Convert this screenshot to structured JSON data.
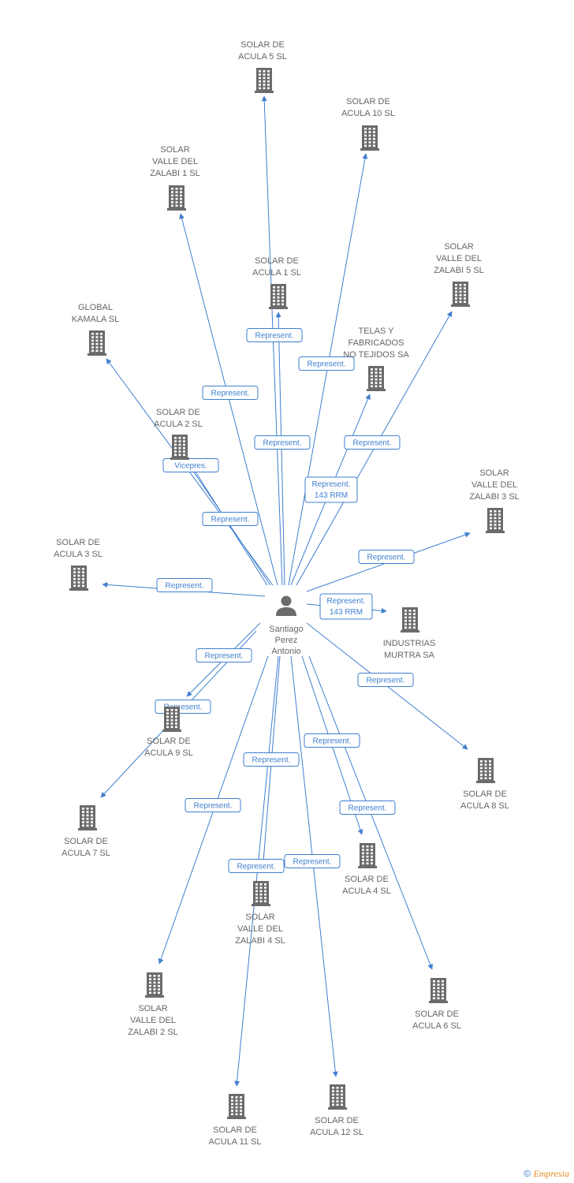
{
  "center": {
    "id": "person",
    "label": [
      "Santiago",
      "Perez",
      "Antonio"
    ],
    "icon": "person-icon"
  },
  "companies": [
    {
      "id": "acula5",
      "label": [
        "SOLAR DE",
        "ACULA 5 SL"
      ]
    },
    {
      "id": "acula10",
      "label": [
        "SOLAR DE",
        "ACULA 10 SL"
      ]
    },
    {
      "id": "zalabi1",
      "label": [
        "SOLAR",
        "VALLE DEL",
        "ZALABI 1 SL"
      ]
    },
    {
      "id": "acula1",
      "label": [
        "SOLAR DE",
        "ACULA 1 SL"
      ]
    },
    {
      "id": "zalabi5",
      "label": [
        "SOLAR",
        "VALLE DEL",
        "ZALABI 5 SL"
      ]
    },
    {
      "id": "kamala",
      "label": [
        "GLOBAL",
        "KAMALA SL"
      ]
    },
    {
      "id": "telas",
      "label": [
        "TELAS Y",
        "FABRICADOS",
        "NO TEJIDOS SA"
      ]
    },
    {
      "id": "acula2",
      "label": [
        "SOLAR DE",
        "ACULA 2 SL"
      ]
    },
    {
      "id": "zalabi3",
      "label": [
        "SOLAR",
        "VALLE DEL",
        "ZALABI 3 SL"
      ]
    },
    {
      "id": "acula3",
      "label": [
        "SOLAR DE",
        "ACULA 3 SL"
      ]
    },
    {
      "id": "murtra",
      "label": [
        "INDUSTRIAS",
        "MURTRA SA"
      ]
    },
    {
      "id": "acula9",
      "label": [
        "SOLAR DE",
        "ACULA 9 SL"
      ]
    },
    {
      "id": "acula8",
      "label": [
        "SOLAR DE",
        "ACULA 8 SL"
      ]
    },
    {
      "id": "acula7",
      "label": [
        "SOLAR DE",
        "ACULA 7 SL"
      ]
    },
    {
      "id": "acula4",
      "label": [
        "SOLAR DE",
        "ACULA 4 SL"
      ]
    },
    {
      "id": "zalabi4",
      "label": [
        "SOLAR",
        "VALLE DEL",
        "ZALABI 4 SL"
      ]
    },
    {
      "id": "acula6",
      "label": [
        "SOLAR DE",
        "ACULA 6 SL"
      ]
    },
    {
      "id": "zalabi2",
      "label": [
        "SOLAR",
        "VALLE DEL",
        "ZALABI 2 SL"
      ]
    },
    {
      "id": "acula11",
      "label": [
        "SOLAR DE",
        "ACULA 11 SL"
      ]
    },
    {
      "id": "acula12",
      "label": [
        "SOLAR DE",
        "ACULA 12 SL"
      ]
    }
  ],
  "relations": [
    {
      "target": "acula5",
      "label": [
        "Represent."
      ]
    },
    {
      "target": "acula10",
      "label": [
        "Represent."
      ]
    },
    {
      "target": "zalabi1",
      "label": [
        "Represent."
      ]
    },
    {
      "target": "acula1",
      "label": [
        "Represent."
      ]
    },
    {
      "target": "zalabi5",
      "label": [
        "Represent."
      ]
    },
    {
      "target": "kamala",
      "label": [
        "Represent."
      ]
    },
    {
      "target": "telas",
      "label": [
        "Represent.",
        "143 RRM"
      ]
    },
    {
      "target": "acula2",
      "label": [
        "Vicepres."
      ]
    },
    {
      "target": "acula2",
      "label": [
        "Represent."
      ]
    },
    {
      "target": "zalabi3",
      "label": [
        "Represent."
      ]
    },
    {
      "target": "acula3",
      "label": [
        "Represent."
      ]
    },
    {
      "target": "murtra",
      "label": [
        "Represent.",
        "143 RRM"
      ]
    },
    {
      "target": "acula9",
      "label": [
        "Represent."
      ]
    },
    {
      "target": "acula8",
      "label": [
        "Represent."
      ]
    },
    {
      "target": "acula7",
      "label": [
        "Represent."
      ]
    },
    {
      "target": "acula4",
      "label": [
        "Represent."
      ]
    },
    {
      "target": "zalabi4",
      "label": [
        "Represent."
      ]
    },
    {
      "target": "acula6",
      "label": [
        "Represent."
      ]
    },
    {
      "target": "zalabi2",
      "label": [
        "Represent."
      ]
    },
    {
      "target": "acula11",
      "label": [
        "Represent."
      ]
    },
    {
      "target": "acula12",
      "label": [
        "Represent."
      ]
    }
  ],
  "colors": {
    "edge": "#3f7fcf",
    "node": "#6b6b6b",
    "label_text": "#666666"
  },
  "footer": {
    "copyright": "©",
    "brand": "Empresia"
  }
}
